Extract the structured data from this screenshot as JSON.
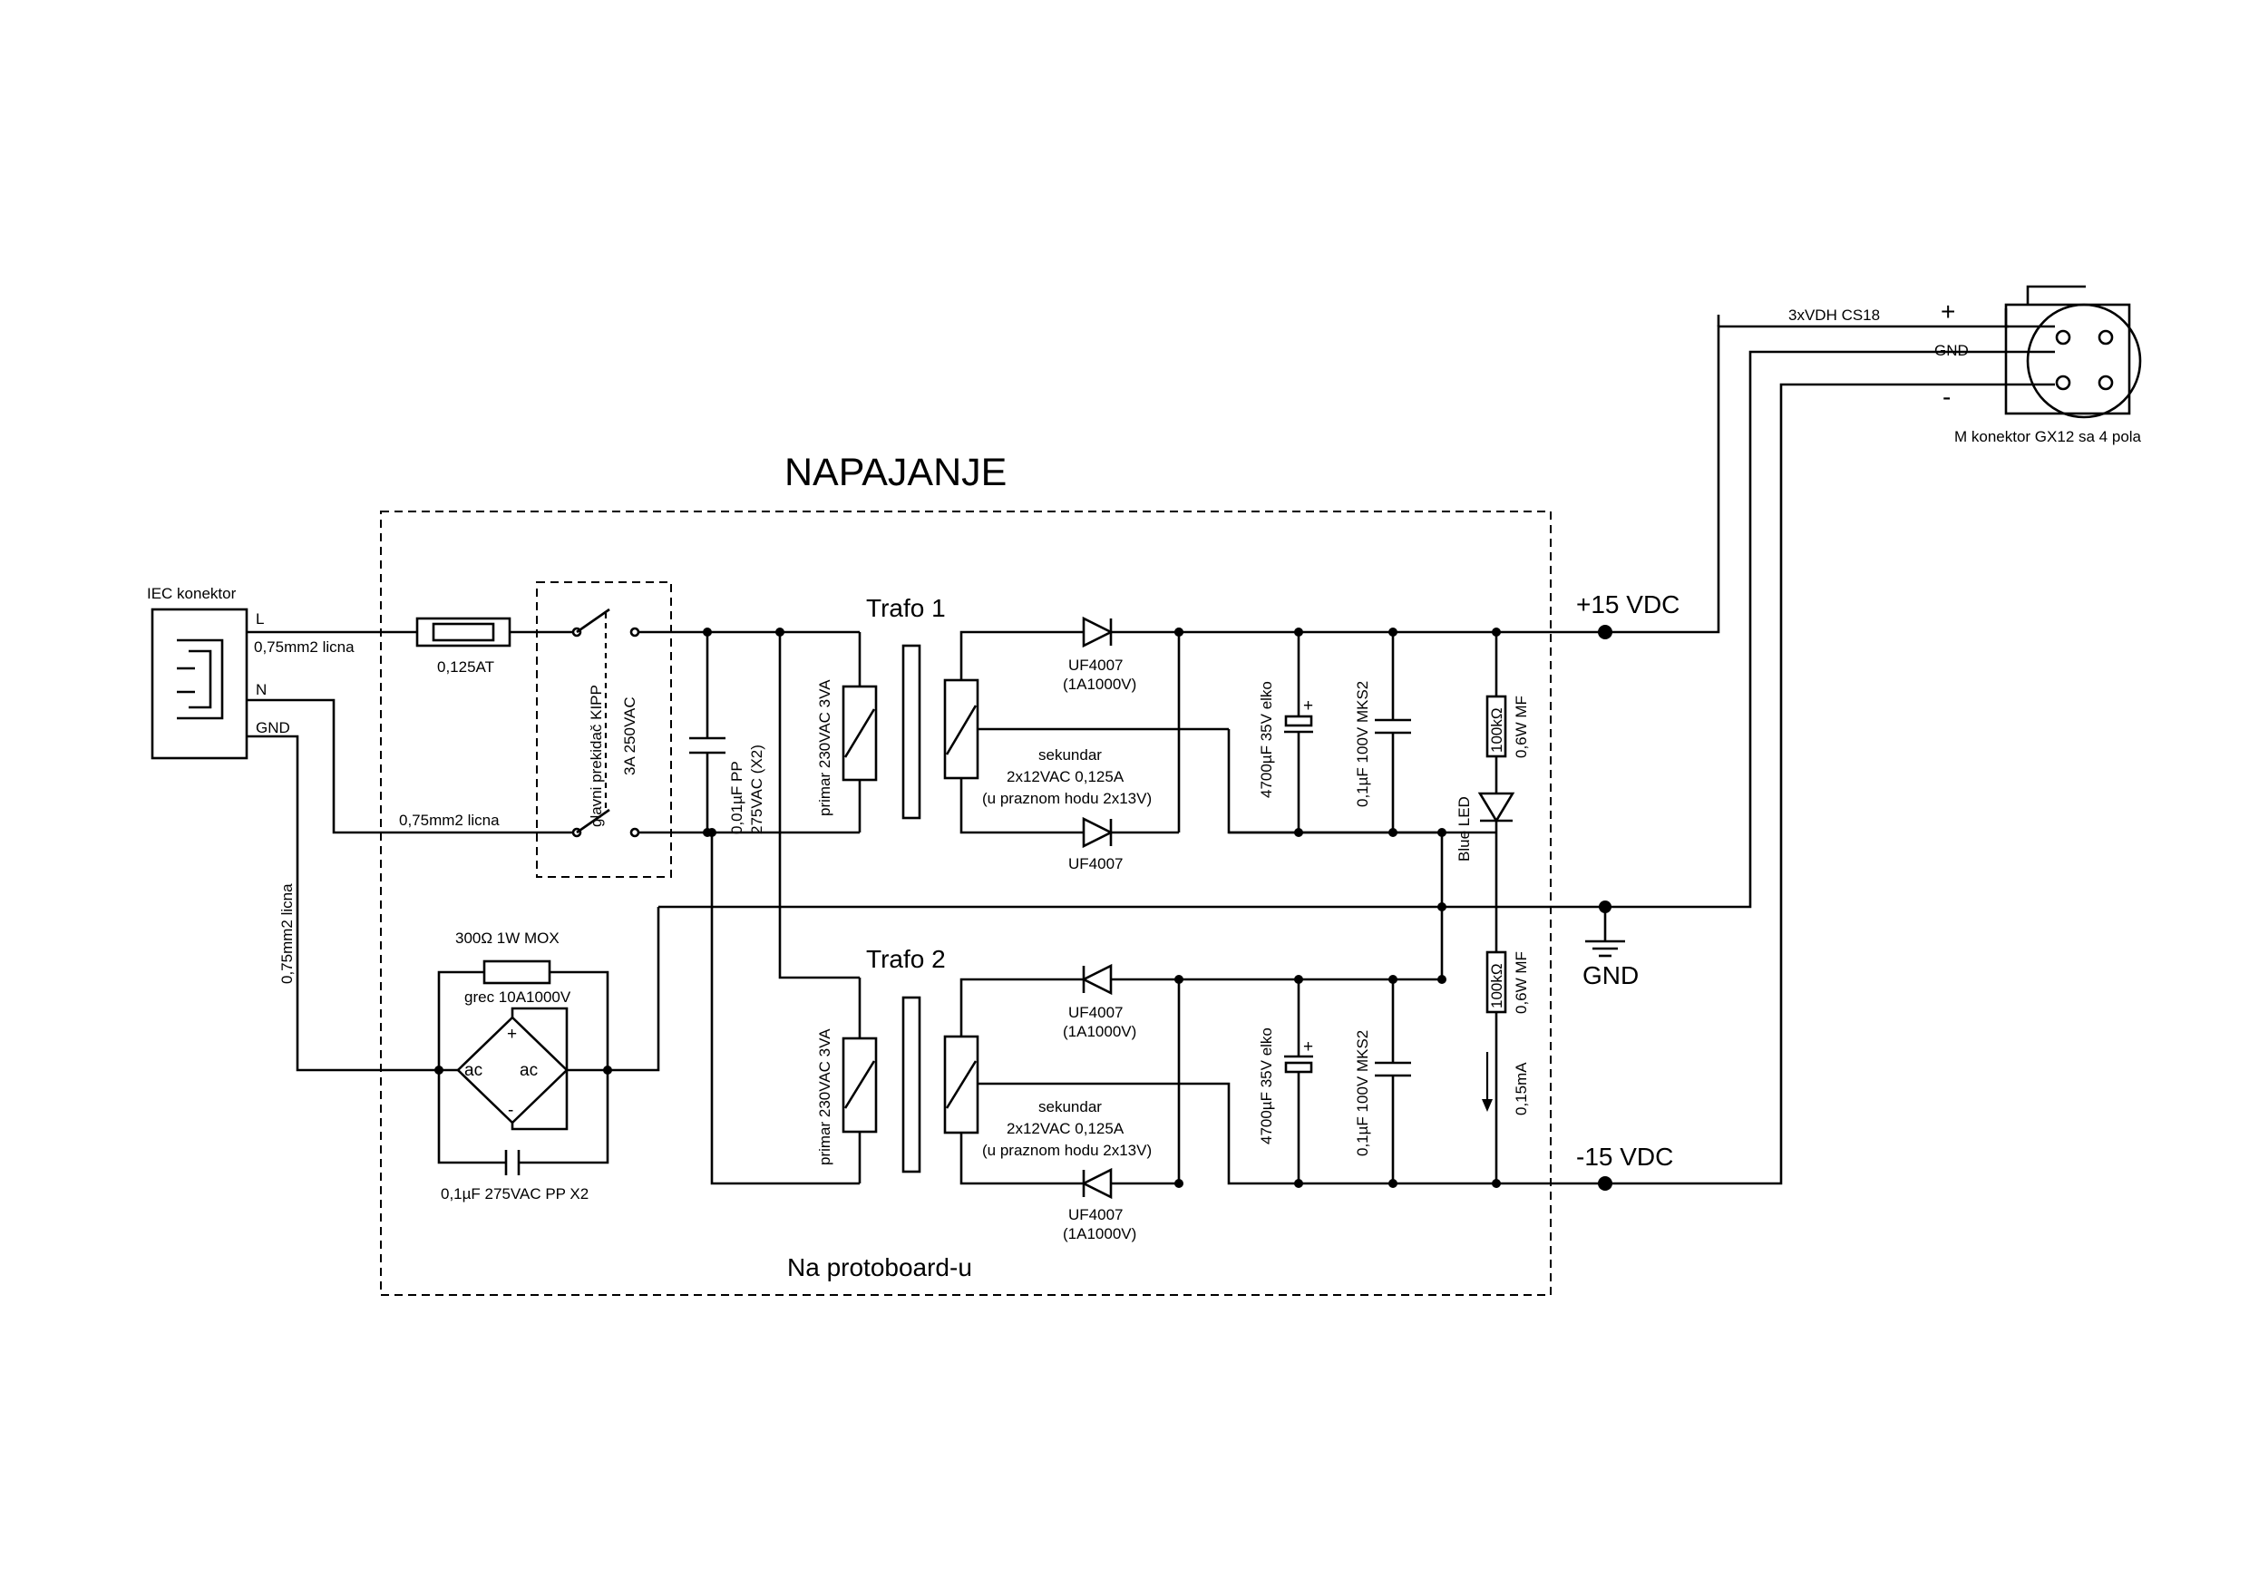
{
  "title": "NAPAJANJE",
  "board_label": "Na protoboard-u",
  "iec": {
    "label": "IEC konektor",
    "pin_l": "L",
    "pin_n": "N",
    "pin_gnd": "GND"
  },
  "wires": {
    "wire_l": "0,75mm2 licna",
    "wire_n": "0,75mm2 licna",
    "wire_gnd": "0,75mm2 licna"
  },
  "fuse": {
    "label": "0,125AT"
  },
  "switch": {
    "line1": "glavni prekidač KIPP",
    "line2": "3A 250VAC"
  },
  "x_cap": {
    "line1": "0,01µF PP",
    "line2": "275VAC (X2)"
  },
  "trafo1": {
    "title": "Trafo 1",
    "primary": "primar 230VAC 3VA",
    "secondary": [
      "sekundar",
      "2x12VAC 0,125A",
      "(u praznom hodu 2x13V)"
    ],
    "diode_top": [
      "UF4007",
      "(1A1000V)"
    ],
    "diode_bottom": "UF4007"
  },
  "trafo2": {
    "title": "Trafo 2",
    "primary": "primar 230VAC 3VA",
    "secondary": [
      "sekundar",
      "2x12VAC 0,125A",
      "(u praznom hodu 2x13V)"
    ],
    "diode_top": [
      "UF4007",
      "(1A1000V)"
    ],
    "diode_bottom": [
      "UF4007",
      "(1A1000V)"
    ]
  },
  "filter": {
    "elko": "4700µF 35V elko",
    "film": "0,1µF 100V MKS2",
    "plus": "+"
  },
  "led": {
    "resistor": "100kΩ",
    "resistor_spec": "0,6W MF",
    "label": "Blue LED"
  },
  "bleeder": {
    "resistor": "100kΩ",
    "resistor_spec": "0,6W MF",
    "current": "0,15mA"
  },
  "ground_loop": {
    "resistor": "300Ω 1W MOX",
    "bridge": "grec 10A1000V",
    "ac1": "ac",
    "ac2": "ac",
    "plus": "+",
    "minus": "-",
    "cap": "0,1µF 275VAC PP X2"
  },
  "outputs": {
    "pos": "+15 VDC",
    "gnd": "GND",
    "neg": "-15 VDC"
  },
  "cable": {
    "label": "3xVDH CS18",
    "plus": "+",
    "gnd": "GND",
    "minus": "-"
  },
  "connector": {
    "label": "M konektor GX12 sa 4 pola"
  }
}
